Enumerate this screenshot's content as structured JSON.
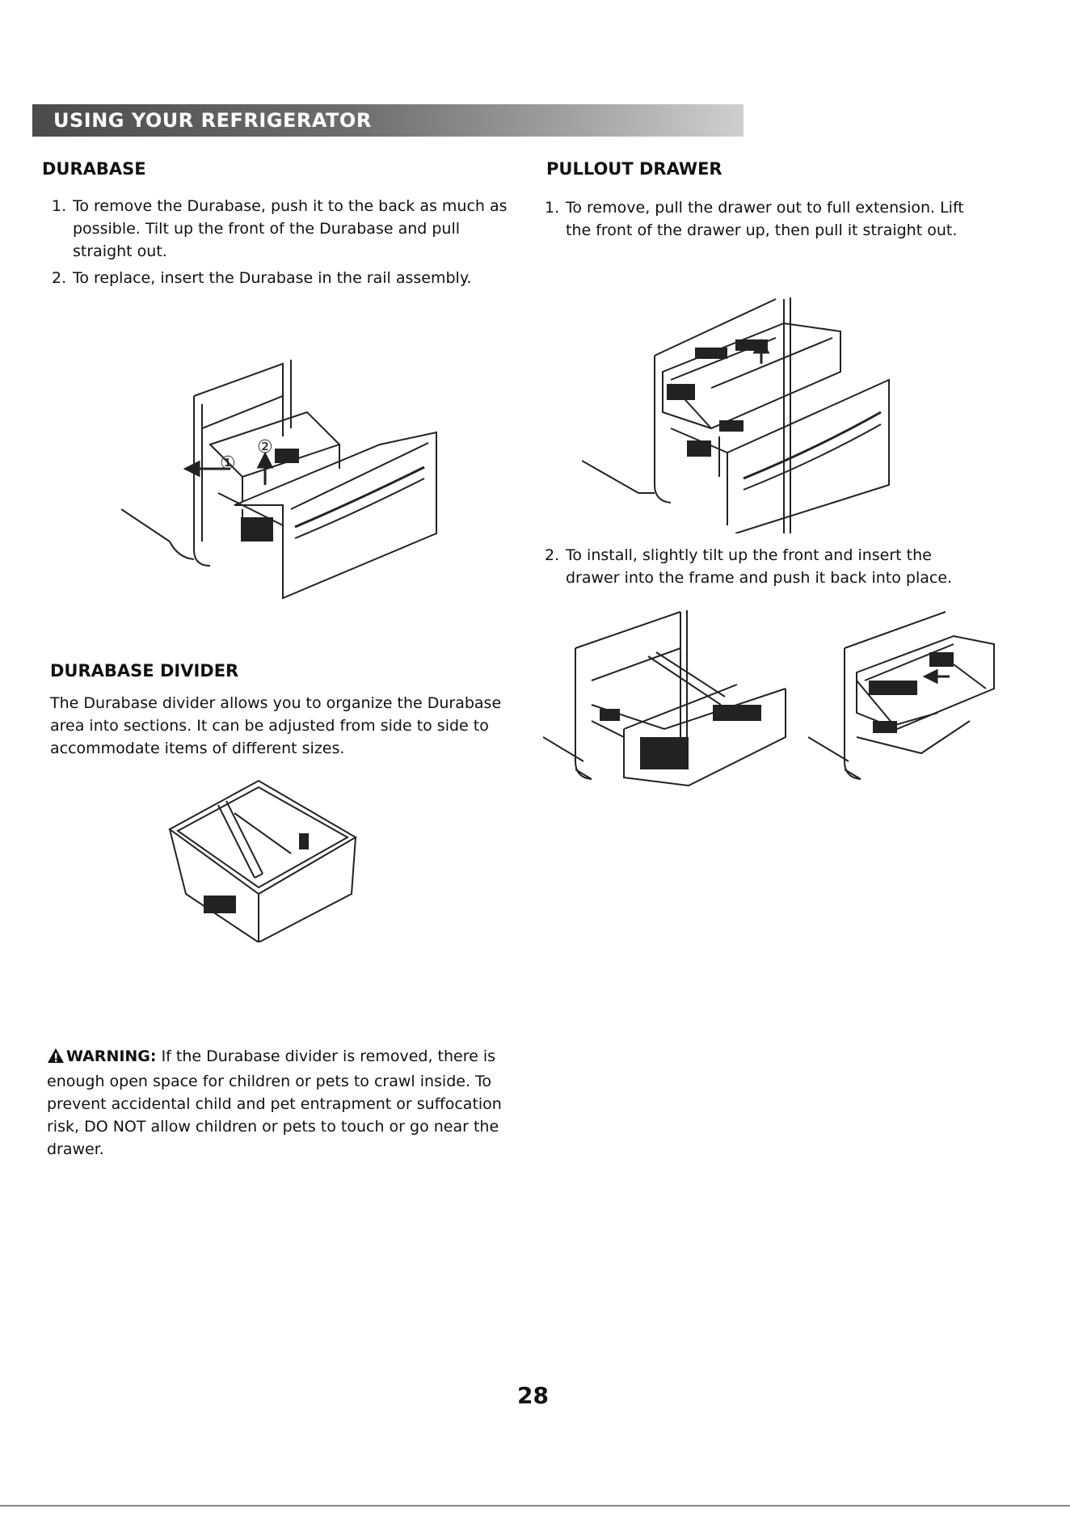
{
  "header": {
    "banner": "USING YOUR REFRIGERATOR"
  },
  "durabase": {
    "title": "DURABASE",
    "step1_num": "1.",
    "step1": "To remove the Durabase, push it to the back as much as possible. Tilt up the front of the Durabase and pull straight out.",
    "step2_num": "2.",
    "step2": "To replace, insert the Durabase in the rail assembly.",
    "figure_callouts": [
      "①",
      "②"
    ]
  },
  "divider": {
    "title": "DURABASE DIVIDER",
    "body": "The Durabase divider allows you to organize the Durabase area into sections. It can be adjusted from side to side to accommodate items of different sizes."
  },
  "warning": {
    "label": "WARNING:",
    "icon": "warning-triangle-icon",
    "body": "If the Durabase divider is removed, there is enough open space for children or pets to crawl inside. To prevent accidental child and pet entrapment or suffocation risk, DO NOT allow children or pets to touch or go near the drawer."
  },
  "pullout": {
    "title": "PULLOUT DRAWER",
    "step1_num": "1.",
    "step1": "To remove, pull the drawer out to full extension. Lift the front of the drawer up, then pull it straight out.",
    "step2_num": "2.",
    "step2": "To install, slightly tilt up the front and insert the drawer into the frame and push it back into place."
  },
  "footer": {
    "page_number": "28"
  }
}
